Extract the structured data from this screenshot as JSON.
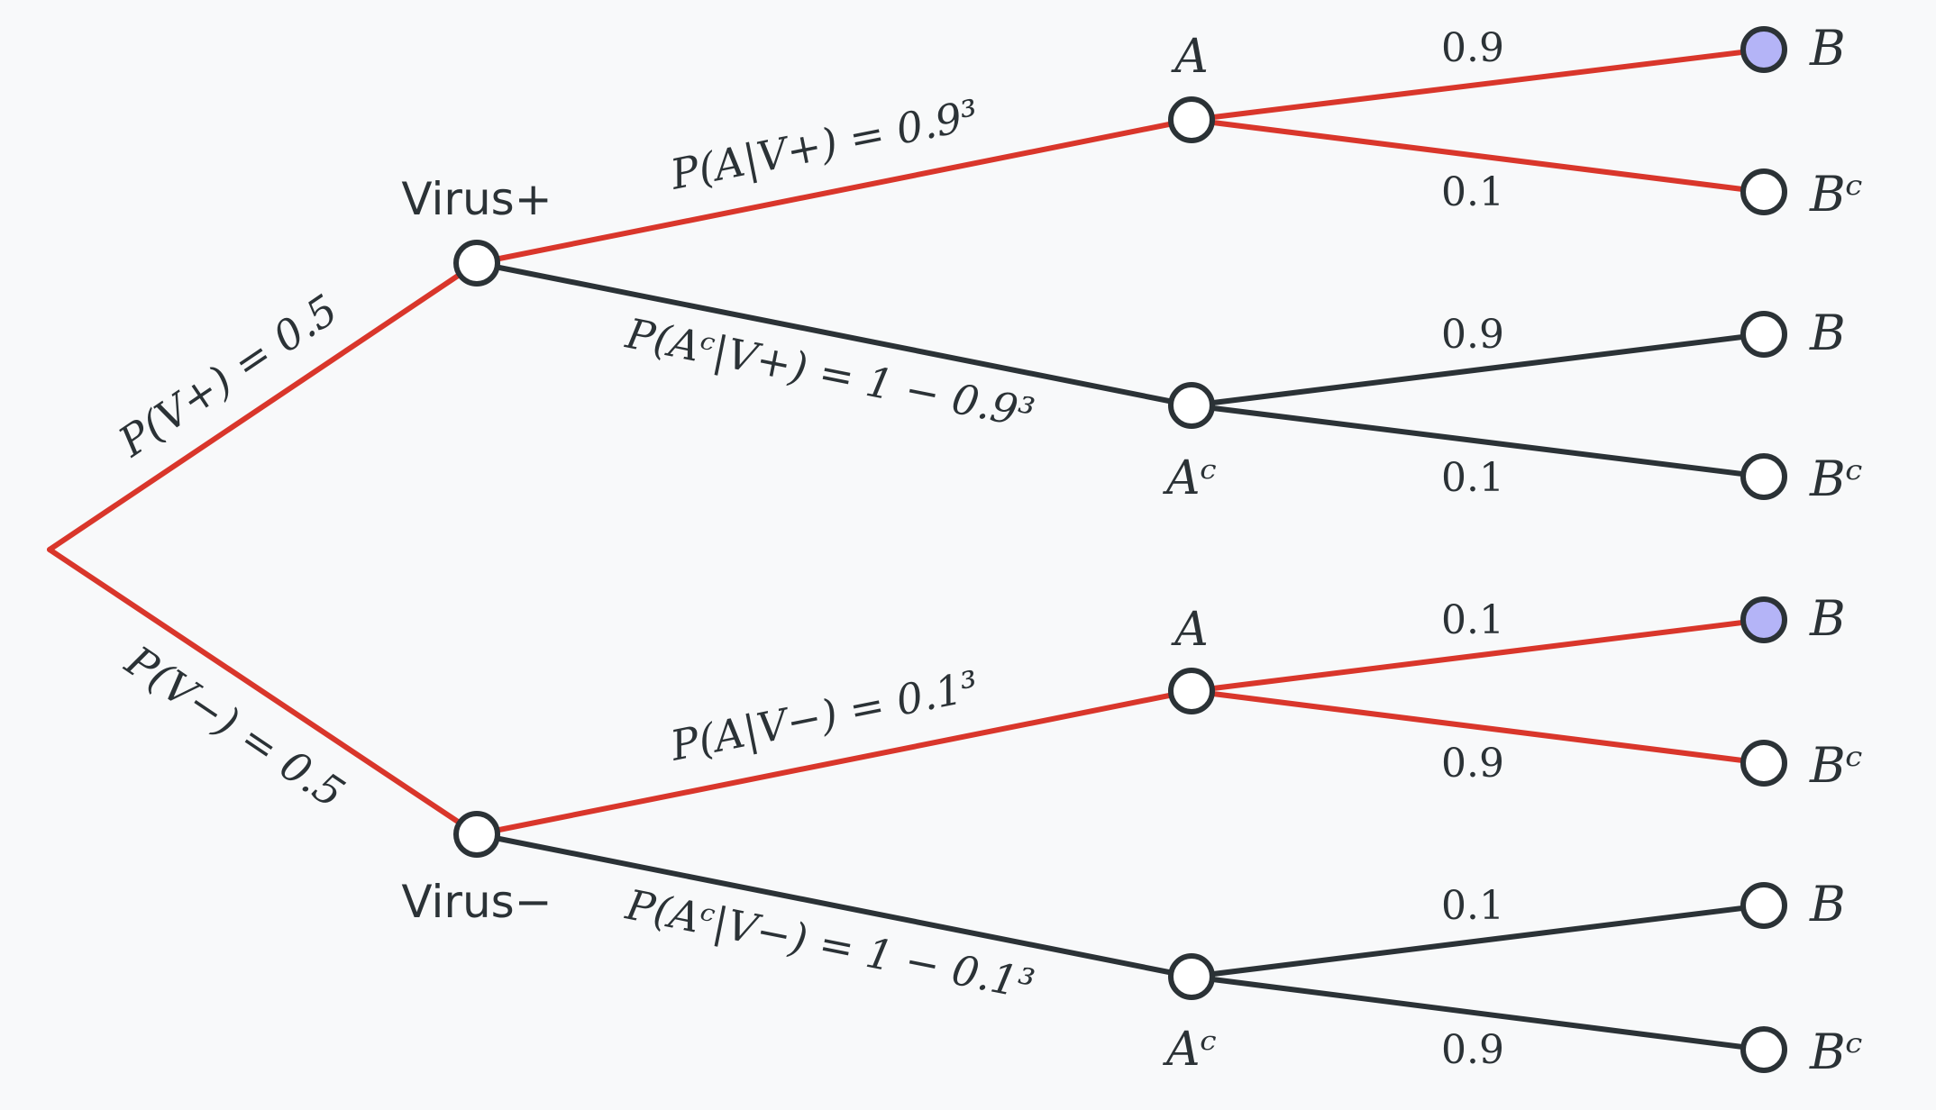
{
  "colors": {
    "highlight": "#d9362b",
    "normal": "#2b3236",
    "node_fill": "#ffffff",
    "marked_fill": "#b4b4f7",
    "background": "#f8f9fa"
  },
  "level1": {
    "virus_pos": {
      "label": "Virus+",
      "edge_label": "P(V+) = 0.5",
      "highlighted": true
    },
    "virus_neg": {
      "label": "Virus−",
      "edge_label": "P(V−) = 0.5",
      "highlighted": true
    }
  },
  "level2": {
    "pos_a": {
      "label": "A",
      "edge_label": "P(A|V+) = 0.9³",
      "highlighted": true
    },
    "pos_ac": {
      "label": "Aᶜ",
      "edge_label": "P(Aᶜ|V+) = 1 − 0.9³",
      "highlighted": false
    },
    "neg_a": {
      "label": "A",
      "edge_label": "P(A|V−) = 0.1³",
      "highlighted": true
    },
    "neg_ac": {
      "label": "Aᶜ",
      "edge_label": "P(Aᶜ|V−) = 1 − 0.1³",
      "highlighted": false
    }
  },
  "leaves": [
    {
      "label": "B",
      "prob": "0.9",
      "highlighted": true,
      "marked": true
    },
    {
      "label": "Bᶜ",
      "prob": "0.1",
      "highlighted": true,
      "marked": false
    },
    {
      "label": "B",
      "prob": "0.9",
      "highlighted": false,
      "marked": false
    },
    {
      "label": "Bᶜ",
      "prob": "0.1",
      "highlighted": false,
      "marked": false
    },
    {
      "label": "B",
      "prob": "0.1",
      "highlighted": true,
      "marked": true
    },
    {
      "label": "Bᶜ",
      "prob": "0.9",
      "highlighted": true,
      "marked": false
    },
    {
      "label": "B",
      "prob": "0.1",
      "highlighted": false,
      "marked": false
    },
    {
      "label": "Bᶜ",
      "prob": "0.9",
      "highlighted": false,
      "marked": false
    }
  ]
}
